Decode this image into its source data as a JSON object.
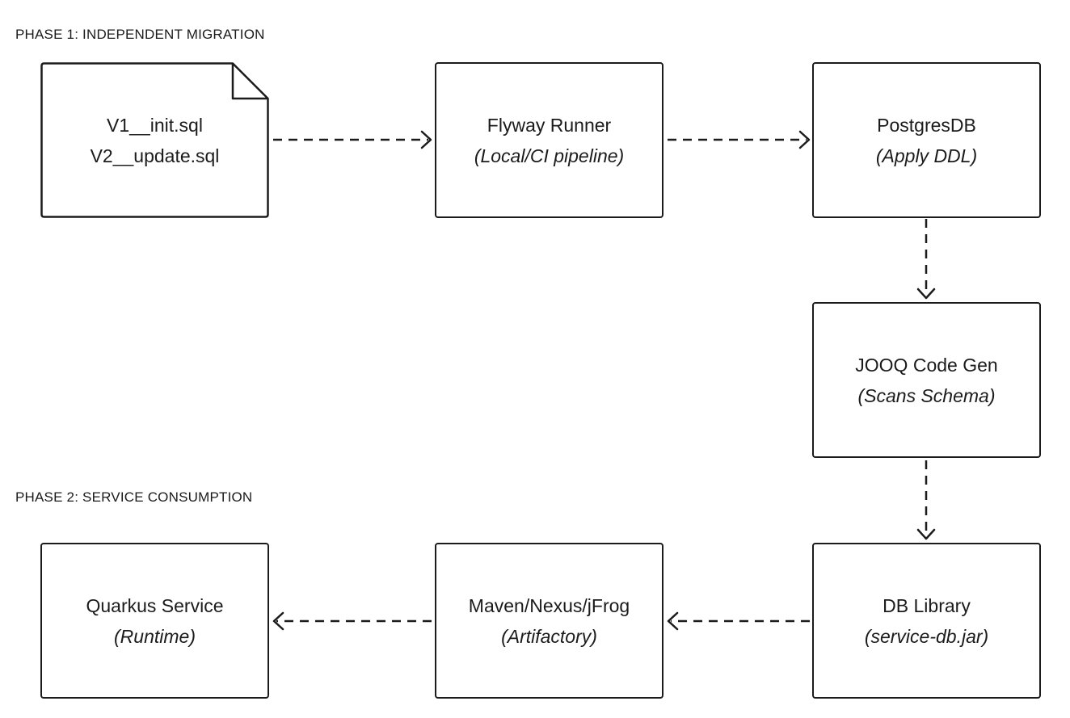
{
  "phases": {
    "phase1": "PHASE 1: INDEPENDENT MIGRATION",
    "phase2": "PHASE 2: SERVICE CONSUMPTION"
  },
  "nodes": {
    "migrations": {
      "line1": "V1__init.sql",
      "line2": "V2__update.sql"
    },
    "flyway": {
      "title": "Flyway Runner",
      "subtitle": "(Local/CI pipeline)"
    },
    "postgres": {
      "title": "PostgresDB",
      "subtitle": "(Apply DDL)"
    },
    "jooq": {
      "title": "JOOQ Code Gen",
      "subtitle": "(Scans Schema)"
    },
    "dblib": {
      "title": "DB Library",
      "subtitle": "(service-db.jar)"
    },
    "maven": {
      "title": "Maven/Nexus/jFrog",
      "subtitle": "(Artifactory)"
    },
    "quarkus": {
      "title": "Quarkus Service",
      "subtitle": "(Runtime)"
    }
  }
}
